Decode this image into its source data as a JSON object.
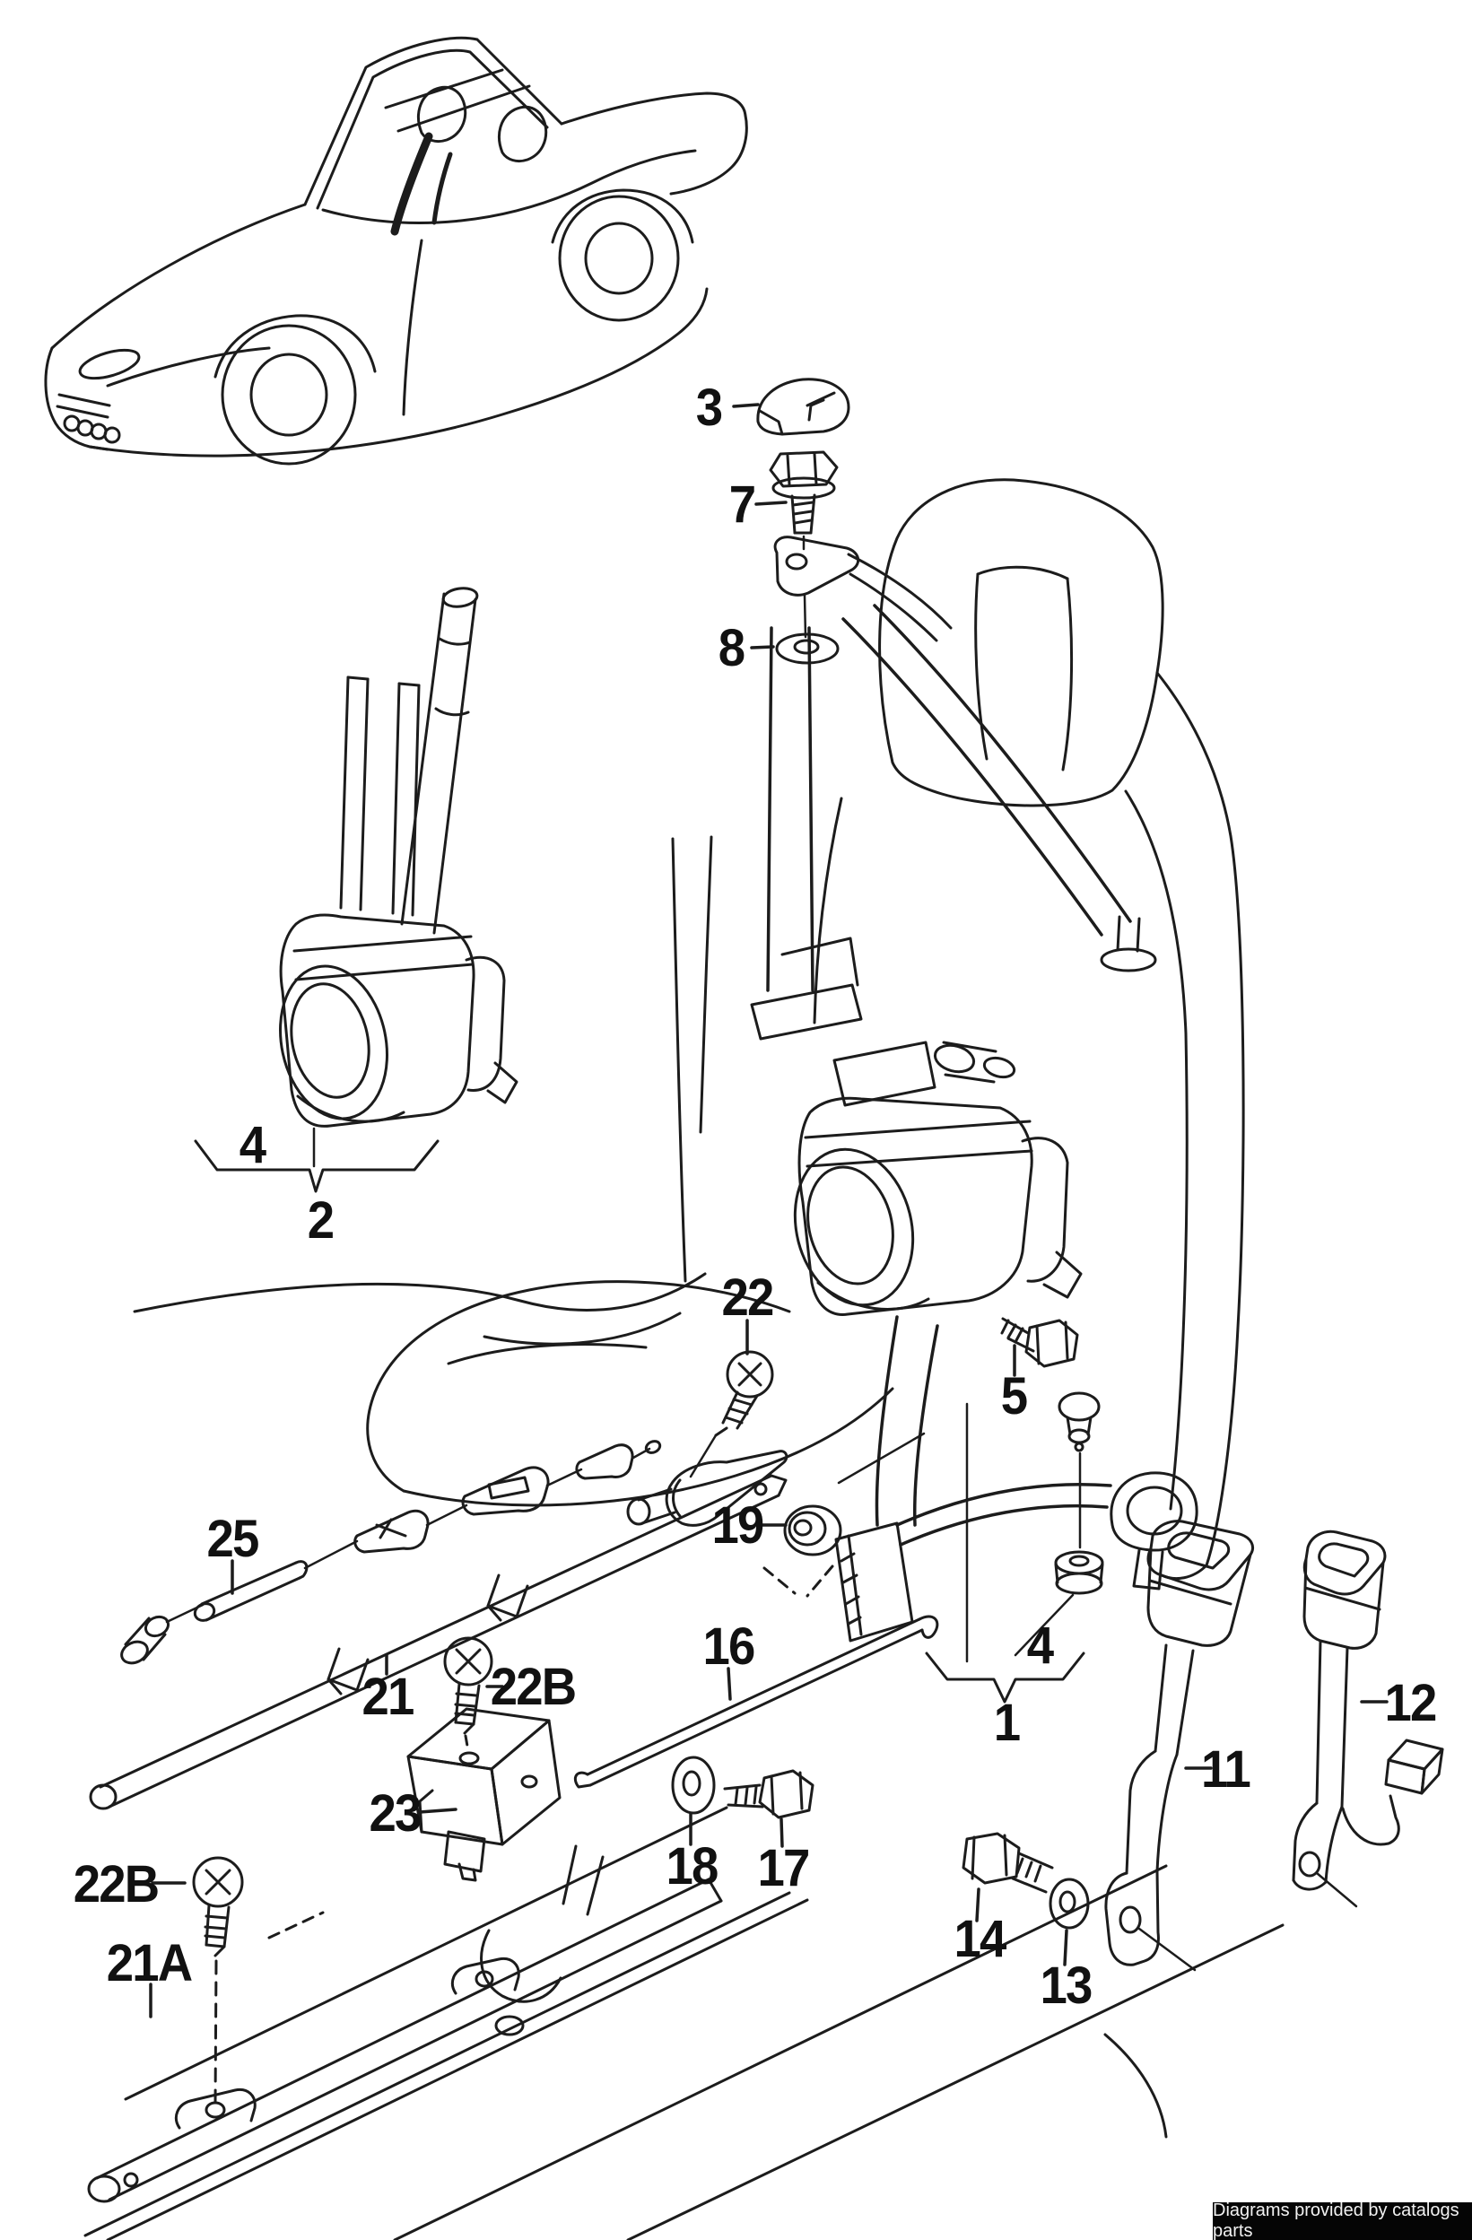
{
  "page": {
    "background": "#ffffff",
    "ink": "#1c1c1c"
  },
  "diagram": {
    "description_visible_parts": "exploded seat belt diagram for convertible with numbered callouts",
    "callouts": {
      "c3": {
        "label": "3"
      },
      "c7": {
        "label": "7"
      },
      "c8": {
        "label": "8"
      },
      "c4_left": {
        "label": "4"
      },
      "c2": {
        "label": "2"
      },
      "c22": {
        "label": "22"
      },
      "c19": {
        "label": "19"
      },
      "c25": {
        "label": "25"
      },
      "c21": {
        "label": "21"
      },
      "c22b_mid": {
        "label": "22B"
      },
      "c23": {
        "label": "23"
      },
      "c16": {
        "label": "16"
      },
      "c18": {
        "label": "18"
      },
      "c17": {
        "label": "17"
      },
      "c5": {
        "label": "5"
      },
      "c4_right": {
        "label": "4"
      },
      "c1": {
        "label": "1"
      },
      "c11": {
        "label": "11"
      },
      "c12": {
        "label": "12"
      },
      "c14": {
        "label": "14"
      },
      "c13": {
        "label": "13"
      },
      "c22b_bottom": {
        "label": "22B"
      },
      "c21a": {
        "label": "21A"
      }
    }
  },
  "footer": {
    "text": "Diagrams provided by catalogs parts",
    "background": "#050505",
    "color": "#f2f2f2"
  }
}
